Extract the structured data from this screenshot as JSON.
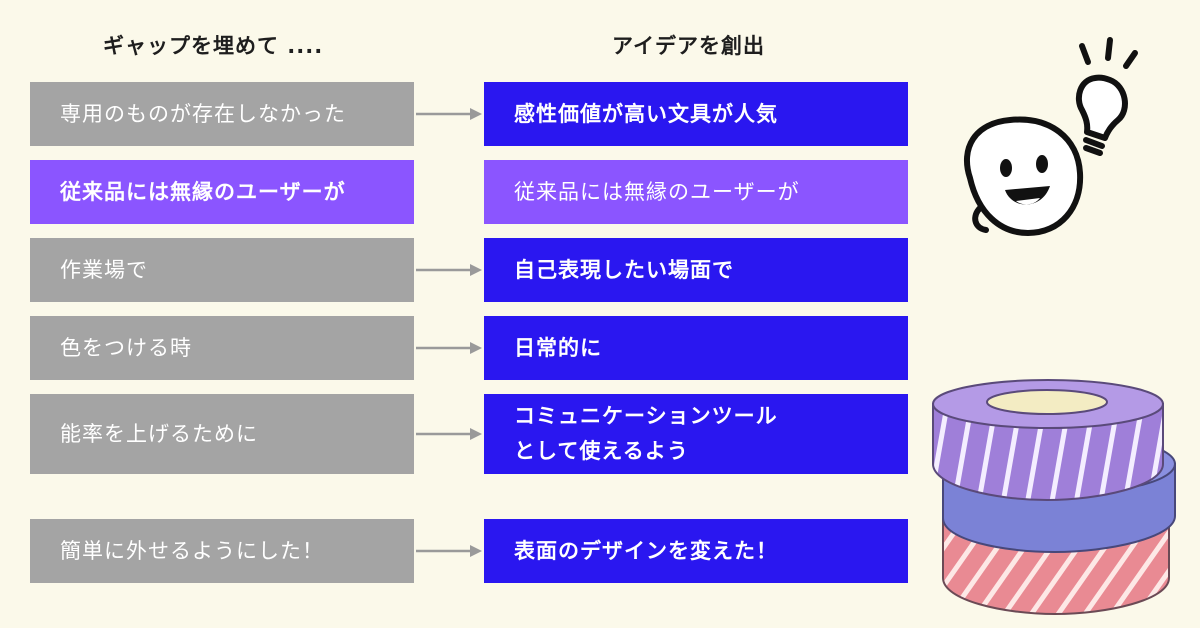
{
  "headings": {
    "left": "ギャップを埋めて ....",
    "right": "アイデアを創出"
  },
  "rows": [
    {
      "left": "専用のものが存在しなかった",
      "right": [
        "感性価値が高い文具が人気"
      ]
    },
    {
      "left": "従来品には無縁のユーザーが",
      "right": [
        "従来品には無縁のユーザーが"
      ]
    },
    {
      "left": "作業場で",
      "right": [
        "自己表現したい場面で"
      ]
    },
    {
      "left": "色をつける時",
      "right": [
        "日常的に"
      ]
    },
    {
      "left": "能率を上げるために",
      "right": [
        "コミュニケーションツール",
        "として使えるよう"
      ]
    },
    {
      "left": "簡単に外せるようにした！",
      "right": [
        "表面のデザインを変えた！"
      ]
    }
  ],
  "colors": {
    "background": "#fbf9ea",
    "grey_box": "#a4a4a4",
    "blue_box": "#2a17f0",
    "purple_box": "#8b55ff",
    "arrow": "#9a9a9a"
  },
  "illustrations": [
    "smiling-face-with-lightbulb",
    "stack-of-masking-tapes"
  ]
}
